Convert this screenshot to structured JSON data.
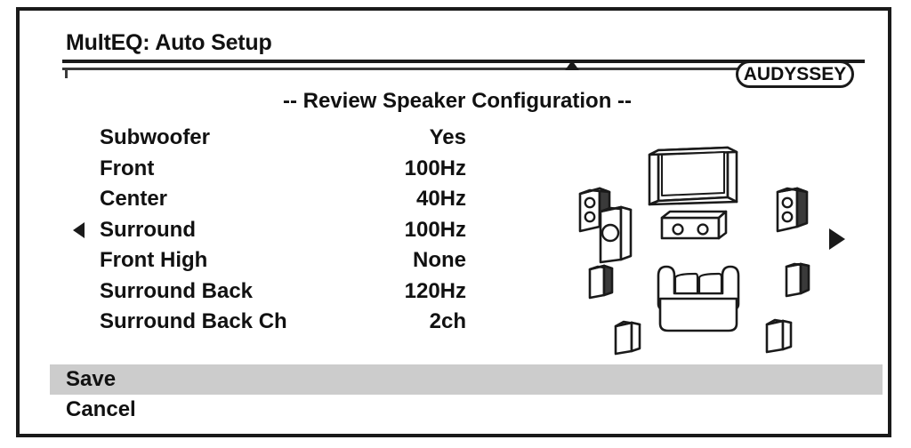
{
  "screen": {
    "title": "MultEQ: Auto Setup",
    "subtitle": "-- Review Speaker Configuration --",
    "brand_logo": "AUDYSSEY",
    "frame_color": "#1a1a1a",
    "background_color": "#ffffff",
    "highlight_color": "#cccccc"
  },
  "progress": {
    "marker_icon": "up-triangle-marker",
    "position_percent": 71,
    "start_tick": "|",
    "end_tick": "|"
  },
  "navigation": {
    "prev_icon": "left-triangle-cursor",
    "next_icon": "right-triangle-arrow"
  },
  "settings": {
    "selected_index": 3,
    "rows": [
      {
        "label": "Subwoofer",
        "value": "Yes"
      },
      {
        "label": "Front",
        "value": "100Hz"
      },
      {
        "label": "Center",
        "value": "40Hz"
      },
      {
        "label": "Surround",
        "value": "100Hz"
      },
      {
        "label": "Front High",
        "value": "None"
      },
      {
        "label": "Surround Back",
        "value": "120Hz"
      },
      {
        "label": "Surround Back Ch",
        "value": "2ch"
      }
    ]
  },
  "room_diagram": {
    "elements": [
      "television",
      "front-left-speaker",
      "front-right-speaker",
      "center-speaker",
      "subwoofer",
      "sofa",
      "surround-left-speaker",
      "surround-right-speaker",
      "surround-back-left-speaker",
      "surround-back-right-speaker"
    ]
  },
  "actions": {
    "items": [
      {
        "label": "Save",
        "highlighted": true
      },
      {
        "label": "Cancel",
        "highlighted": false
      }
    ]
  }
}
